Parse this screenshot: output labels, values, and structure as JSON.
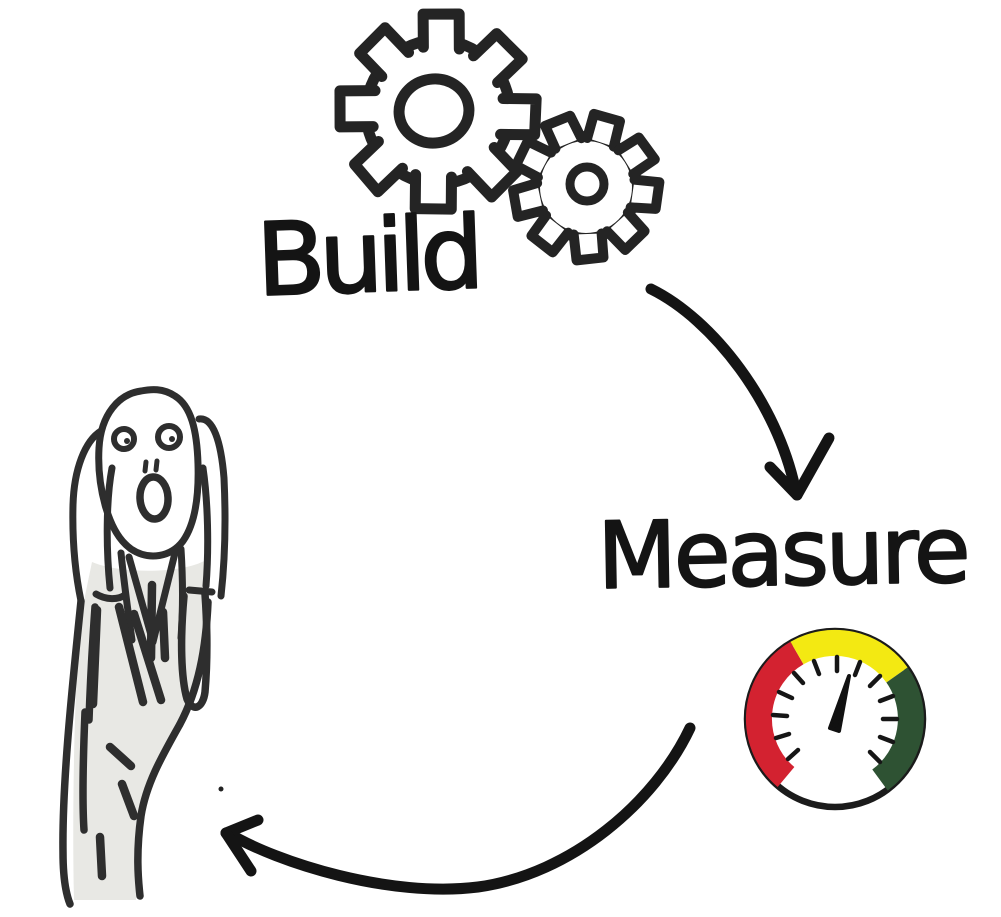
{
  "nodes": {
    "build": {
      "label": "Build",
      "icon": "gears-icon"
    },
    "measure": {
      "label": "Measure",
      "icon": "gauge-icon"
    },
    "react": {
      "icon": "scream-figure"
    }
  },
  "arrows": {
    "build_to_measure": "curved-arrow-down-right",
    "measure_to_scream": "curved-arrow-down-left"
  },
  "palette": {
    "background": "#ffffff",
    "ink": "#141414",
    "sketch_ink": "#2e2e2e",
    "gauge_red": "#d32230",
    "gauge_yellow": "#f3e912",
    "gauge_green": "#2e5233",
    "gauge_needle": "#111111",
    "figure_shade": "#e8e8e4"
  }
}
